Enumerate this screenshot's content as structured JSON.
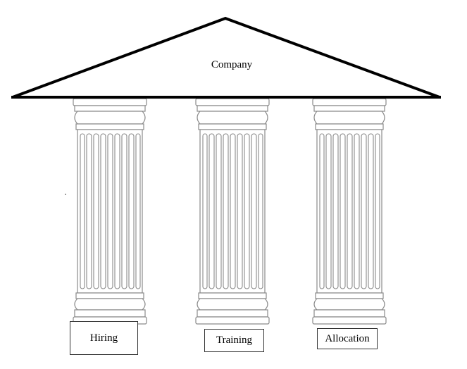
{
  "diagram": {
    "roof_label": "Company",
    "pillars": [
      {
        "label": "Hiring"
      },
      {
        "label": "Training"
      },
      {
        "label": "Allocation"
      }
    ]
  },
  "colors": {
    "stroke": "#000000",
    "column_line": "#8a8a8a",
    "background": "#ffffff"
  }
}
